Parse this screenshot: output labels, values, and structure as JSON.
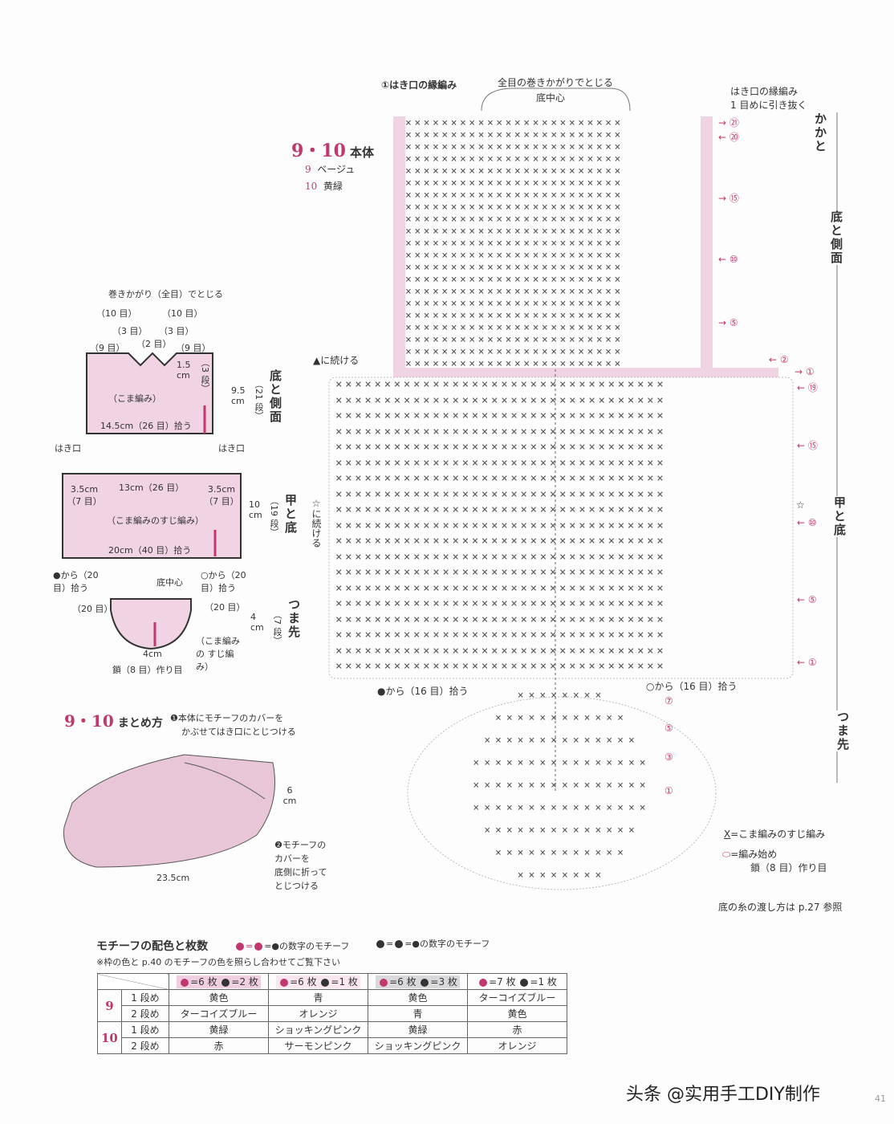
{
  "colors": {
    "accent": "#c2386e",
    "pink_fill": "#f0d4e4",
    "gray_fill": "#d6d6d8"
  },
  "honntai": {
    "title_num": "9・10",
    "title": "本体",
    "color9_num": "9",
    "color9": "ベージュ",
    "color10_num": "10",
    "color10": "黄緑"
  },
  "top_labels": {
    "edge1": "①はき口の縁編み",
    "close": "全目の巻きかがりでとじる",
    "center": "底中心",
    "edge_right1": "はき口の縁編み",
    "edge_right2": "1 目めに引き抜く",
    "continue_left": "▲に続ける",
    "star_continue": "☆に続ける",
    "star": "☆"
  },
  "row_markers": [
    "㉑",
    "⑳",
    "⑮",
    "⑩",
    "⑤",
    "②",
    "①",
    "⑲",
    "⑮",
    "⑩",
    "⑤",
    "①",
    "⑦",
    "⑤",
    "③",
    "①"
  ],
  "side_labels": {
    "heel": "かかと",
    "bottom_side": "底と側面",
    "instep": "甲と底",
    "toe": "つま先"
  },
  "pickup": {
    "left": "●から（16 目）拾う",
    "right": "○から（16 目）拾う"
  },
  "legend": {
    "x_symbol": "X",
    "x_desc": "=こま編みのすじ編み",
    "start_desc1": "=編み始め",
    "start_desc2": "鎖（8 目）作り目",
    "note": "底の糸の渡し方は p.27 参照"
  },
  "schematic": {
    "close_label": "巻きかがり（全目）でとじる",
    "ten1": "（10 目）",
    "ten2": "（10 目）",
    "three1": "（3 目）",
    "three2": "（3 目）",
    "nine1": "（9 目）",
    "two": "（2 目）",
    "nine2": "（9 目）",
    "h15": "1.5 cm",
    "rows3": "（3 段）",
    "koma": "（こま編み）",
    "pick145": "14.5cm（26 目）拾う",
    "h95": "9.5 cm",
    "rows21": "（21 段）",
    "part1": "底と側面",
    "hakiguchi1": "はき口",
    "hakiguchi2": "はき口",
    "w35a": "3.5cm（7 目）",
    "w13": "13cm（26 目）",
    "w35b": "3.5cm（7 目）",
    "suji": "（こま編みのすじ編み）",
    "pick20": "20cm（40 目）拾う",
    "h10": "10 cm",
    "rows19": "（19 段）",
    "part2": "甲と底",
    "from_black": "●から（20 目）拾う",
    "center": "底中心",
    "from_white": "○から（20 目）拾う",
    "eq20a": "（20 目）",
    "eq20b": "（20 目）",
    "h4": "4 cm",
    "rows7": "（7 段）",
    "suji2": "（こま編みの すじ編み）",
    "w4": "4cm",
    "chain": "鎖（8 目）作り目",
    "part3": "つま先"
  },
  "assembly": {
    "title_num": "9・10",
    "title": "まとめ方",
    "step1": "❶本体にモチーフのカバーを",
    "step1b": "かぶせてはき口にとじつける",
    "h6": "6 cm",
    "len": "23.5cm",
    "step2": [
      "❷モチーフの",
      "カバーを",
      "底側に折って",
      "とじつける"
    ]
  },
  "motif_table": {
    "title": "モチーフの配色と枚数",
    "key_pink": "=●の数字のモチーフ",
    "key_black": "=●の数字のモチーフ",
    "note": "※枠の色と p.40 のモチーフの色を照らし合わせてご覧下さい",
    "headers": [
      {
        "pink": "=6 枚",
        "black": "=2 枚",
        "bg": "#f0cfe0"
      },
      {
        "pink": "=6 枚",
        "black": "=1 枚",
        "bg": "#fbe6f0"
      },
      {
        "pink": "=6 枚",
        "black": "=3 枚",
        "bg": "#d9d9dc"
      },
      {
        "pink": "=7 枚",
        "black": "=1 枚",
        "bg": "#ffffff"
      }
    ],
    "rows": [
      {
        "group": "9",
        "round": "1 段め",
        "cells": [
          "黄色",
          "青",
          "黄色",
          "ターコイズブルー"
        ]
      },
      {
        "group": "",
        "round": "2 段め",
        "cells": [
          "ターコイズブルー",
          "オレンジ",
          "青",
          "黄色"
        ]
      },
      {
        "group": "10",
        "round": "1 段め",
        "cells": [
          "黄緑",
          "ショッキングピンク",
          "黄緑",
          "赤"
        ]
      },
      {
        "group": "",
        "round": "2 段め",
        "cells": [
          "赤",
          "サーモンピンク",
          "ショッキングピンク",
          "オレンジ"
        ]
      }
    ]
  },
  "watermark": "头条 @实用手工DIY制作",
  "page_number": "41"
}
